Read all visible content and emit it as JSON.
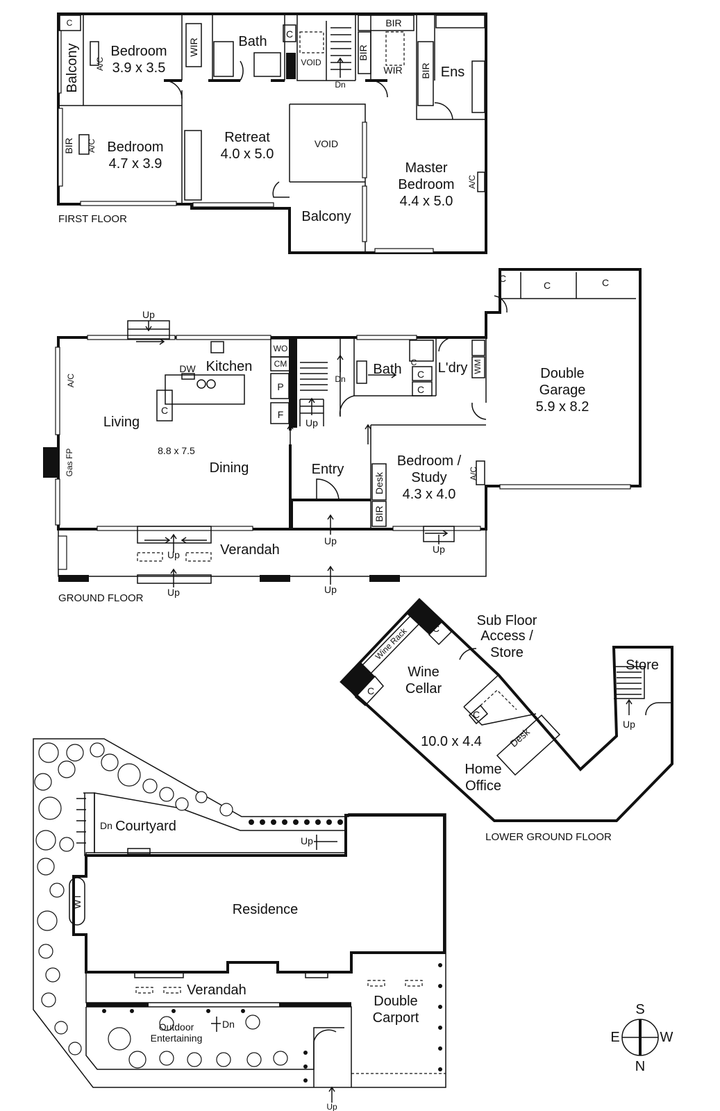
{
  "first_floor": {
    "label": "FIRST FLOOR",
    "rooms": {
      "bed1_name": "Bedroom",
      "bed1_size": "3.9 x 3.5",
      "bed2_name": "Bedroom",
      "bed2_size": "4.7 x 3.9",
      "balcony_side": "Balcony",
      "wir1": "WIR",
      "bath": "Bath",
      "void_small": "VOID",
      "bir_top": "BIR",
      "bir_left": "BIR",
      "bir_mid": "BIR",
      "bir_ens": "BIR",
      "wir2": "WIR",
      "ens": "Ens",
      "retreat_name": "Retreat",
      "retreat_size": "4.0 x 5.0",
      "void": "VOID",
      "balcony": "Balcony",
      "master_name": "Master",
      "master_name2": "Bedroom",
      "master_size": "4.4 x 5.0",
      "ac1": "A/C",
      "ac2": "A/C",
      "ac3": "A/C",
      "c1": "C",
      "c2": "C",
      "dn": "Dn"
    }
  },
  "ground_floor": {
    "label": "GROUND FLOOR",
    "rooms": {
      "kitchen": "Kitchen",
      "dw": "DW",
      "wo": "WO",
      "cm": "CM",
      "p": "P",
      "f": "F",
      "c_island": "C",
      "living": "Living",
      "dining": "Dining",
      "living_size": "8.8 x 7.5",
      "ac": "A/C",
      "gas_fp": "Gas FP",
      "bath": "Bath",
      "ldry": "L'dry",
      "wm": "WM",
      "c_a": "C",
      "c_b": "C",
      "c_c": "C",
      "entry": "Entry",
      "study_name": "Bedroom /",
      "study_name2": "Study",
      "study_size": "4.3 x 4.0",
      "desk": "Desk",
      "bir": "BIR",
      "ac2": "A/C",
      "garage_name": "Double",
      "garage_name2": "Garage",
      "garage_size": "5.9 x 8.2",
      "gc1": "C",
      "gc2": "C",
      "gc3": "C",
      "verandah": "Verandah",
      "up1": "Up",
      "up2": "Up",
      "up3": "Up",
      "up4": "Up",
      "up5": "Up",
      "up6": "Up",
      "up7": "Up",
      "dn": "Dn"
    }
  },
  "lower_ground_floor": {
    "label": "LOWER GROUND FLOOR",
    "rooms": {
      "wine_rack": "Wine Rack",
      "c1": "C",
      "c2": "C",
      "c3": "C",
      "wine_name": "Wine",
      "wine_name2": "Cellar",
      "size": "10.0 x 4.4",
      "sub1": "Sub Floor",
      "sub2": "Access /",
      "sub3": "Store",
      "desk": "Desk",
      "office1": "Home",
      "office2": "Office",
      "store": "Store",
      "up": "Up"
    }
  },
  "site": {
    "courtyard": "Courtyard",
    "dn1": "Dn",
    "dn2": "Dn",
    "up1": "Up",
    "up2": "Up",
    "wt": "WT",
    "residence": "Residence",
    "verandah": "Verandah",
    "outdoor1": "Outdoor",
    "outdoor2": "Entertaining",
    "carport1": "Double",
    "carport2": "Carport"
  },
  "compass": {
    "s": "S",
    "n": "N",
    "e": "E",
    "w": "W"
  }
}
